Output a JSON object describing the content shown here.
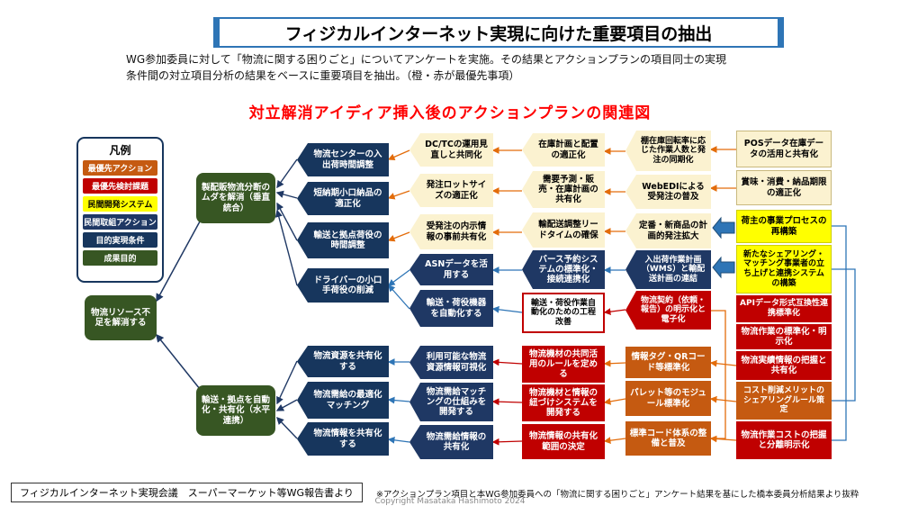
{
  "header": {
    "title": "フィジカルインターネット実現に向けた重要項目の抽出",
    "subtitle1": "WG参加委員に対して「物流に関する困りごと」についてアンケートを実施。その結果とアクションプランの項目同士の実現",
    "subtitle2": "条件間の対立項目分析の結果をベースに重要項目を抽出。（橙・赤が最優先事項）",
    "diagram_title": "対立解消アイディア挿入後のアクションプランの関連図"
  },
  "legend": {
    "title": "凡例",
    "items": [
      "最優先アクション",
      "最優先検討課題",
      "民間開発システム",
      "民間取組アクション",
      "目的実現条件",
      "成果目的"
    ]
  },
  "nodes": {
    "goal_vertical": "製配販物流分断のムダを解消（垂直統合）",
    "goal_resource": "物流リソース不足を解消する",
    "goal_horizontal": "輸送・拠点を自動化・共有化（水平連携）",
    "warehouse_time": "物流センターの入出荷時間調整",
    "short_lot": "短納期小口納品の適正化",
    "transport_time": "輸送と拠点荷役の時間調整",
    "driver_reduce": "ドライバーの小口手荷役の削減",
    "share_resources": "物流資源を共有化する",
    "supply_demand_match": "物流需給の最適化マッチング",
    "share_info": "物流情報を共有化する",
    "dc_tc": "DC/TCの運用見直しと共同化",
    "order_lot": "発注ロットサイズの適正化",
    "preorder_info": "受発注の内示情報の事前共有化",
    "asn_data": "ASNデータを活用する",
    "auto_equipment": "輸送・荷役機器を自動化する",
    "resource_visible": "利用可能な物流資源情報可視化",
    "match_dev": "物流需給マッチングの仕組みを開発する",
    "sd_info_share": "物流需給情報の共有化",
    "inventory_plan": "在庫計画と配置の適正化",
    "demand_forecast": "需要予測・販売・在庫計画の共有化",
    "lead_time": "輸配送調整リードタイムの確保",
    "berth_system": "バース予約システムの標準化・接続連携化",
    "process_improve": "輸送・荷役作業自動化のための工程改善",
    "equipment_rules": "物流機材の共同活用のルールを定める",
    "equipment_link": "物流機材と情報の紐づけシステムを開発する",
    "info_scope": "物流情報の共有化範囲の決定",
    "shelf_turnover": "棚在庫回転率に応じた作業人数と発注の同期化",
    "webedi": "WebEDIによる受発注の普及",
    "regular_new": "定番・新商品の計画的発注拡大",
    "wms_plan": "入出荷作業計画（WMS）と輸配送計画の連結",
    "logistics_contract": "物流契約（依頼・報告）の明示化と電子化",
    "info_tag": "情報タグ・QRコード等標準化",
    "pallet_module": "パレット等のモジュール標準化",
    "standard_code": "標準コード体系の整備と普及",
    "pos_data": "POSデータ在庫データの活用と共有化",
    "expiry": "賞味・消費・納品期限の適正化",
    "shipper_process": "荷主の事業プロセスの再構築",
    "new_sharing": "新たなシェアリング・マッチング事業者の立ち上げと連携システムの構築",
    "api_format": "APIデータ形式互換性連携標準化",
    "work_standard": "物流作業の標準化・明示化",
    "performance_info": "物流実績情報の把握と共有化",
    "cost_merit": "コスト削減メリットのシェアリングルール策定",
    "work_cost": "物流作業コストの把握と分離明示化"
  },
  "footer": {
    "source": "フィジカルインターネット実現会議　スーパーマーケット等WG報告書より",
    "note": "※アクションプラン項目と本WG参加委員への「物流に関する困りごと」アンケート結果を基にした橋本委員分析結果より抜粋",
    "copyright": "Copyright Masataka Hashimoto 2024"
  },
  "colors": {
    "accent_blue": "#2e75b6",
    "priority_action_orange": "#c55a11",
    "priority_issue_red": "#c00000",
    "private_system_yellow": "#ffff00",
    "private_action_navy": "#1f3864",
    "condition_navy": "#17365d",
    "goal_green": "#375623",
    "plan_cream": "#fbf2d0",
    "heading_red": "#ff0000"
  }
}
